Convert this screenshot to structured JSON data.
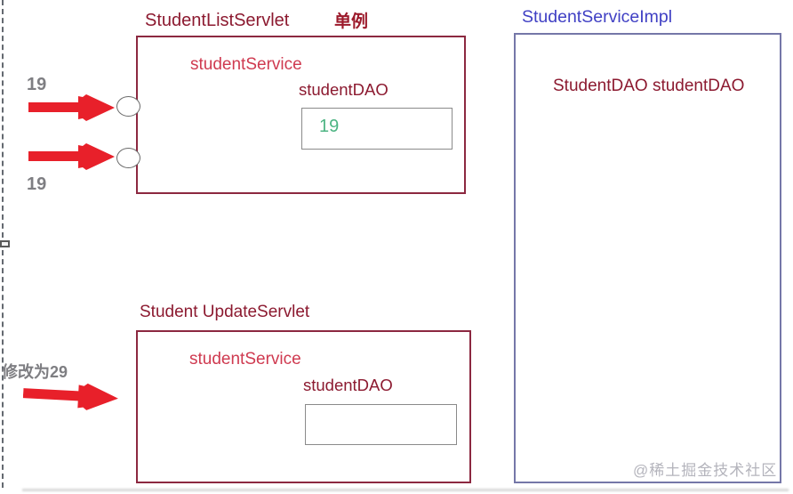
{
  "colors": {
    "maroon_text": "#8c1a30",
    "crimson_text": "#cf3a50",
    "badge_red": "#9c1a2b",
    "blue_title": "#4040c4",
    "green_value": "#4db483",
    "red_arrow": "#e8202a",
    "gray_label": "#7e7e82",
    "watermark_gray": "#b4b4bc",
    "box_border_maroon": "#8c2840",
    "box_border_slate": "#7577a8",
    "inner_box_border": "#8a8a8a"
  },
  "left_annotations": {
    "value_top": "19",
    "value_bottom": "19",
    "modify_label": "修改为29"
  },
  "top_servlet": {
    "title": "StudentListServlet",
    "badge": "单例",
    "service_field": "studentService",
    "dao_field": "studentDAO",
    "dao_value": "19"
  },
  "update_servlet": {
    "title": "Student UpdateServlet",
    "service_field": "studentService",
    "dao_field": "studentDAO",
    "dao_value": ""
  },
  "service_impl": {
    "title": "StudentServiceImpl",
    "field": "StudentDAO studentDAO"
  },
  "watermark": "@稀土掘金技术社区"
}
